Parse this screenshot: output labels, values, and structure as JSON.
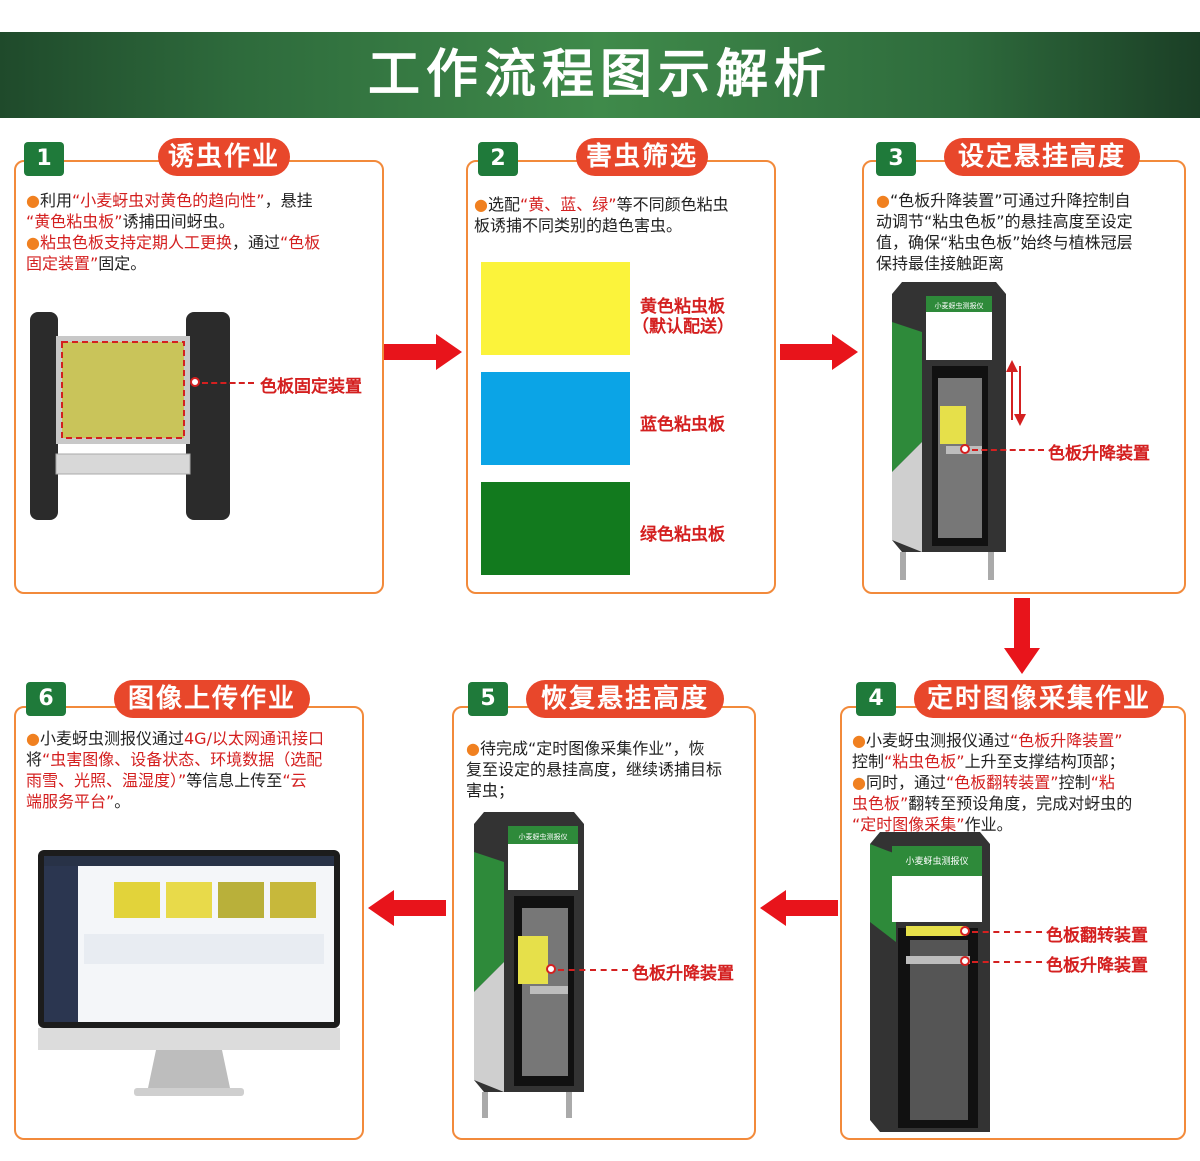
{
  "header": {
    "title": "工作流程图示解析"
  },
  "steps": [
    {
      "num": "1",
      "title": "诱虫作业",
      "lines": [
        [
          {
            "t": "●",
            "c": "bullet"
          },
          {
            "t": "利用"
          },
          {
            "t": "“小麦蚜虫对黄色的趋向性”",
            "c": "red"
          },
          {
            "t": "，悬挂"
          }
        ],
        [
          {
            "t": "“黄色粘虫板”",
            "c": "red"
          },
          {
            "t": "诱捕田间蚜虫。"
          }
        ],
        [
          {
            "t": "●",
            "c": "bullet"
          },
          {
            "t": "粘虫色板支持定期人工更换",
            "c": "red"
          },
          {
            "t": "，通过"
          },
          {
            "t": "“色板",
            "c": "red"
          }
        ],
        [
          {
            "t": "固定装置”",
            "c": "red"
          },
          {
            "t": "固定。"
          }
        ]
      ],
      "label": "色板固定装置"
    },
    {
      "num": "2",
      "title": "害虫筛选",
      "lines": [
        [
          {
            "t": "●",
            "c": "bullet"
          },
          {
            "t": "选配"
          },
          {
            "t": "“黄、蓝、绿”",
            "c": "red"
          },
          {
            "t": "等不同颜色粘虫"
          }
        ],
        [
          {
            "t": "板诱捕不同类别的趋色害虫。"
          }
        ]
      ],
      "boards": [
        {
          "name": "黄色粘虫板",
          "sub": "（默认配送）",
          "color": "#fbf33b"
        },
        {
          "name": "蓝色粘虫板",
          "sub": "",
          "color": "#0ba4e6"
        },
        {
          "name": "绿色粘虫板",
          "sub": "",
          "color": "#127a1e"
        }
      ]
    },
    {
      "num": "3",
      "title": "设定悬挂高度",
      "lines": [
        [
          {
            "t": "●",
            "c": "bullet"
          },
          {
            "t": "“色板升降装置”可通过升降控制自"
          }
        ],
        [
          {
            "t": "动调节“粘虫色板”的悬挂高度至设定"
          }
        ],
        [
          {
            "t": "值，确保“粘虫色板”始终与植株冠层"
          }
        ],
        [
          {
            "t": "保持最佳接触距离"
          }
        ]
      ],
      "label": "色板升降装置",
      "device_text": "小麦蚜虫测报仪"
    },
    {
      "num": "4",
      "title": "定时图像采集作业",
      "lines": [
        [
          {
            "t": "●",
            "c": "bullet"
          },
          {
            "t": "小麦蚜虫测报仪通过"
          },
          {
            "t": "“色板升降装置”",
            "c": "red"
          }
        ],
        [
          {
            "t": "控制"
          },
          {
            "t": "“粘虫色板”",
            "c": "red"
          },
          {
            "t": "上升至支撑结构顶部；"
          }
        ],
        [
          {
            "t": "●",
            "c": "bullet"
          },
          {
            "t": "同时，通过"
          },
          {
            "t": "“色板翻转装置”",
            "c": "red"
          },
          {
            "t": "控制"
          },
          {
            "t": "“粘",
            "c": "red"
          }
        ],
        [
          {
            "t": "虫色板”",
            "c": "red"
          },
          {
            "t": "翻转至预设角度，完成对蚜虫的"
          }
        ],
        [
          {
            "t": "“定时图像采集”",
            "c": "red"
          },
          {
            "t": "作业。"
          }
        ]
      ],
      "label_a": "色板翻转装置",
      "label_b": "色板升降装置",
      "device_text": "小麦蚜虫测报仪"
    },
    {
      "num": "5",
      "title": "恢复悬挂高度",
      "lines": [
        [
          {
            "t": "●",
            "c": "bullet"
          },
          {
            "t": "待完成“定时图像采集作业”，恢"
          }
        ],
        [
          {
            "t": "复至设定的悬挂高度，继续诱捕目标"
          }
        ],
        [
          {
            "t": "害虫；"
          }
        ]
      ],
      "label": "色板升降装置",
      "device_text": "小麦蚜虫测报仪"
    },
    {
      "num": "6",
      "title": "图像上传作业",
      "lines": [
        [
          {
            "t": "●",
            "c": "bullet"
          },
          {
            "t": "小麦蚜虫测报仪通过"
          },
          {
            "t": "4G/以太网通讯接口",
            "c": "red"
          }
        ],
        [
          {
            "t": "将"
          },
          {
            "t": "“虫害图像、设备状态、环境数据（选配",
            "c": "red"
          }
        ],
        [
          {
            "t": "雨雪、光照、温湿度）”",
            "c": "red"
          },
          {
            "t": "等信息上传至"
          },
          {
            "t": "“云",
            "c": "red"
          }
        ],
        [
          {
            "t": "端服务平台”",
            "c": "red"
          },
          {
            "t": "。"
          }
        ]
      ]
    }
  ],
  "colors": {
    "accent": "#e8472b",
    "border": "#f28a3b",
    "green": "#1f7a3a",
    "arrow": "#e8141b"
  }
}
